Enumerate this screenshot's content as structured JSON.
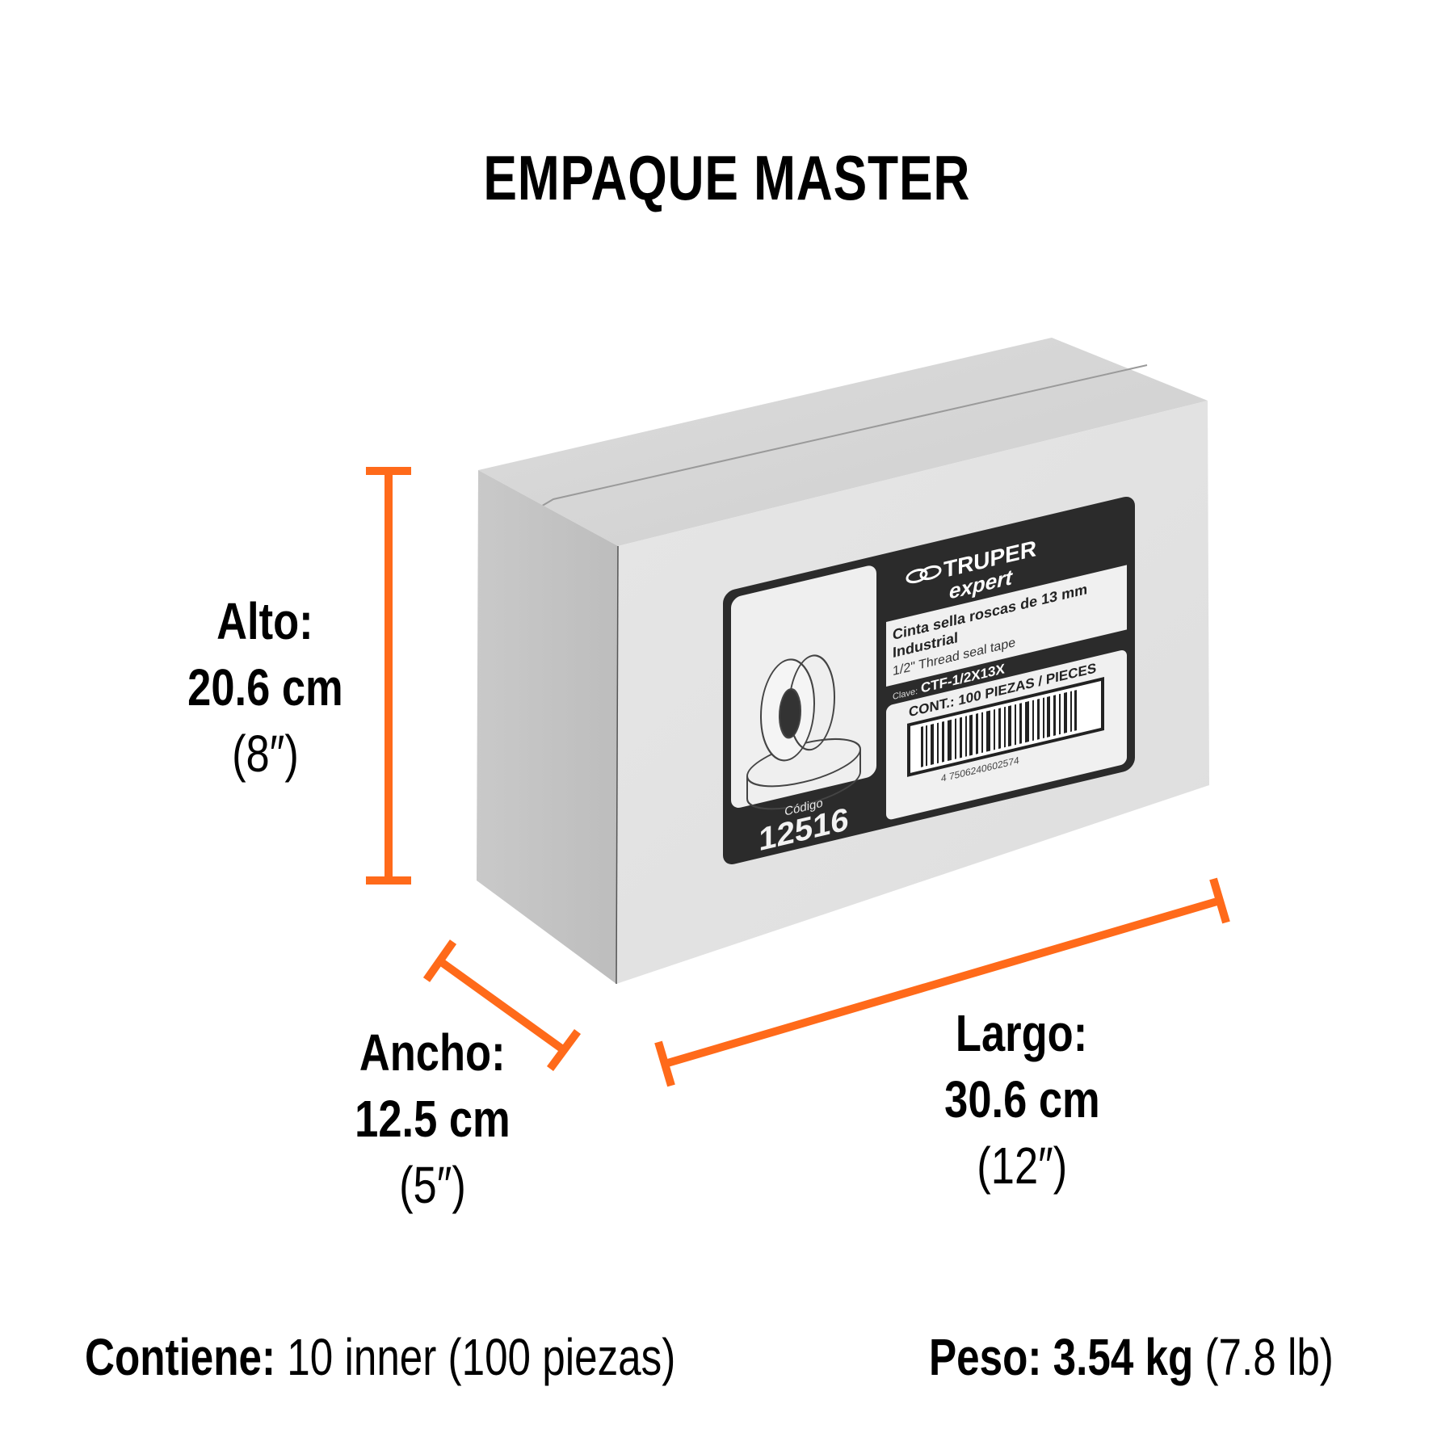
{
  "title": "EMPAQUE MASTER",
  "accent_color": "#FF6A1A",
  "dimensions": {
    "alto": {
      "label": "Alto:",
      "metric": "20.6 cm",
      "imperial": "(8″)"
    },
    "ancho": {
      "label": "Ancho:",
      "metric": "12.5 cm",
      "imperial": "(5″)"
    },
    "largo": {
      "label": "Largo:",
      "metric": "30.6 cm",
      "imperial": "(12″)"
    }
  },
  "contents": {
    "label": "Contiene:",
    "value": "10 inner (100 piezas)"
  },
  "weight": {
    "label": "Peso:",
    "value_bold": "3.54 kg",
    "value_regular": "(7.8 lb)"
  },
  "box_label": {
    "brand": "TRUPER",
    "sub_brand": "expert",
    "product_name": "Cinta sella roscas de 13 mm",
    "product_line": "Industrial",
    "english_desc": "1/2\"  Thread seal tape",
    "clave_label": "Clave:",
    "clave_value": "CTF-1/2X13X",
    "content": "CONT.: 100 PIEZAS / PIECES",
    "barcode_number": "7506240602574",
    "barcode_prefix": "4",
    "codigo_label": "Código",
    "codigo_value": "12516"
  }
}
